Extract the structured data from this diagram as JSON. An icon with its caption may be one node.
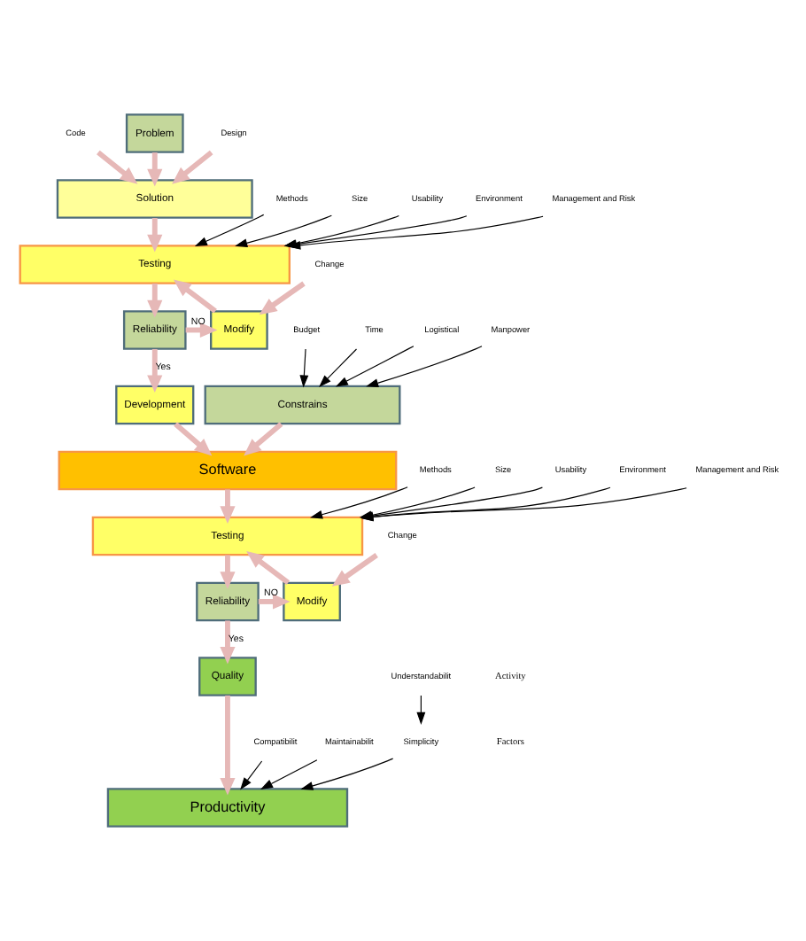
{
  "diagram": {
    "nodes": [
      {
        "text": [
          "Problem"
        ]
      },
      {
        "text": [
          "Code"
        ]
      },
      {
        "text": [
          "Design"
        ]
      },
      {
        "text": [
          "Solution"
        ]
      },
      {
        "text": [
          "Methods"
        ]
      },
      {
        "text": [
          "Size"
        ]
      },
      {
        "text": [
          "Usability"
        ]
      },
      {
        "text": [
          "Environment"
        ]
      },
      {
        "text": [
          "Management and Risk"
        ]
      },
      {
        "text": [
          "Testing"
        ]
      },
      {
        "text": [
          "Reliability"
        ]
      },
      {
        "text": [
          "Modify"
        ]
      },
      {
        "text": [
          "Change"
        ]
      },
      {
        "text": [
          "Development"
        ]
      },
      {
        "text": [
          "Budget"
        ]
      },
      {
        "text": [
          "Time"
        ]
      },
      {
        "text": [
          "Logistical"
        ]
      },
      {
        "text": [
          "Manpower"
        ]
      },
      {
        "text": [
          "Constrains"
        ]
      },
      {
        "text": [
          "Software"
        ]
      },
      {
        "text": [
          "Methods"
        ]
      },
      {
        "text": [
          "Size"
        ]
      },
      {
        "text": [
          "Usability"
        ]
      },
      {
        "text": [
          "Environment"
        ]
      },
      {
        "text": [
          "Management and Risk"
        ]
      },
      {
        "text": [
          "Testing"
        ]
      },
      {
        "text": [
          "Reliability"
        ]
      },
      {
        "text": [
          "Modify"
        ]
      },
      {
        "text": [
          "Change"
        ]
      },
      {
        "text": [
          "Quality"
        ]
      },
      {
        "text": [
          "Understandabilit"
        ]
      },
      {
        "text": [
          "Compatibilit"
        ]
      },
      {
        "text": [
          "Maintainabilit"
        ]
      },
      {
        "text": [
          "Simplicity"
        ]
      },
      {
        "text": [
          "Productivity"
        ]
      }
    ],
    "edges": [
      {
        "from": 1,
        "to": 3,
        "arrow": "to",
        "style": "thick",
        "color": "#e6b8b7"
      },
      {
        "from": 0,
        "to": 3,
        "arrow": "to",
        "style": "thick",
        "color": "#e6b8b7"
      },
      {
        "from": 2,
        "to": 3,
        "arrow": "to",
        "style": "thick",
        "color": "#e6b8b7"
      },
      {
        "from": 3,
        "to": 9,
        "arrow": "to",
        "style": "thick",
        "color": "#e6b8b7"
      },
      {
        "from": 4,
        "to": 9,
        "arrow": "to",
        "color": "#000000"
      },
      {
        "from": 5,
        "to": 9,
        "arrow": "to",
        "color": "#000000"
      },
      {
        "from": 6,
        "to": 9,
        "arrow": "to",
        "color": "#000000"
      },
      {
        "from": 7,
        "to": 9,
        "arrow": "to",
        "color": "#000000"
      },
      {
        "from": 8,
        "to": 9,
        "arrow": "to",
        "color": "#000000"
      },
      {
        "from": 9,
        "to": 10,
        "arrow": "to",
        "style": "thick",
        "color": "#e6b8b7"
      },
      {
        "from": 10,
        "to": 11,
        "arrow": "to",
        "label": "NO",
        "style": "thick",
        "color": "#e6b8b7"
      },
      {
        "from": 11,
        "to": 9,
        "arrow": "to",
        "style": "thick",
        "color": "#e6b8b7"
      },
      {
        "from": 12,
        "to": 11,
        "arrow": "to",
        "style": "thick",
        "color": "#e6b8b7"
      },
      {
        "from": 10,
        "to": 13,
        "arrow": "to",
        "label": "Yes",
        "style": "thick",
        "color": "#e6b8b7"
      },
      {
        "from": 14,
        "to": 18,
        "arrow": "to",
        "color": "#000000"
      },
      {
        "from": 15,
        "to": 18,
        "arrow": "to",
        "color": "#000000"
      },
      {
        "from": 16,
        "to": 18,
        "arrow": "to",
        "color": "#000000"
      },
      {
        "from": 17,
        "to": 18,
        "arrow": "to",
        "color": "#000000"
      },
      {
        "from": 13,
        "to": 19,
        "arrow": "to",
        "style": "thick",
        "color": "#e6b8b7"
      },
      {
        "from": 18,
        "to": 19,
        "arrow": "to",
        "style": "thick",
        "color": "#e6b8b7"
      },
      {
        "from": 19,
        "to": 25,
        "arrow": "to",
        "style": "thick",
        "color": "#e6b8b7"
      },
      {
        "from": 20,
        "to": 25,
        "arrow": "to",
        "color": "#000000"
      },
      {
        "from": 21,
        "to": 25,
        "arrow": "to",
        "color": "#000000"
      },
      {
        "from": 22,
        "to": 25,
        "arrow": "to",
        "color": "#000000"
      },
      {
        "from": 23,
        "to": 25,
        "arrow": "to",
        "color": "#000000"
      },
      {
        "from": 24,
        "to": 25,
        "arrow": "to",
        "color": "#000000"
      },
      {
        "from": 25,
        "to": 26,
        "arrow": "to",
        "style": "thick",
        "color": "#e6b8b7"
      },
      {
        "from": 26,
        "to": 27,
        "arrow": "to",
        "label": "NO",
        "style": "thick",
        "color": "#e6b8b7"
      },
      {
        "from": 27,
        "to": 25,
        "arrow": "to",
        "style": "thick",
        "color": "#e6b8b7"
      },
      {
        "from": 28,
        "to": 27,
        "arrow": "to",
        "style": "thick",
        "color": "#e6b8b7"
      },
      {
        "from": 26,
        "to": 29,
        "arrow": "to",
        "label": "Yes",
        "style": "thick",
        "color": "#e6b8b7"
      },
      {
        "from": 30,
        "to": 33,
        "arrow": "to",
        "color": "#000000"
      },
      {
        "from": 29,
        "to": 34,
        "arrow": "to",
        "style": "thick",
        "color": "#e6b8b7"
      },
      {
        "from": 31,
        "to": 34,
        "arrow": "to",
        "color": "#000000"
      },
      {
        "from": 32,
        "to": 34,
        "arrow": "to",
        "color": "#000000"
      },
      {
        "from": 33,
        "to": 34,
        "arrow": "to",
        "color": "#000000"
      }
    ],
    "legend": [
      {
        "text": "Activity"
      },
      {
        "text": "Factors"
      }
    ]
  }
}
